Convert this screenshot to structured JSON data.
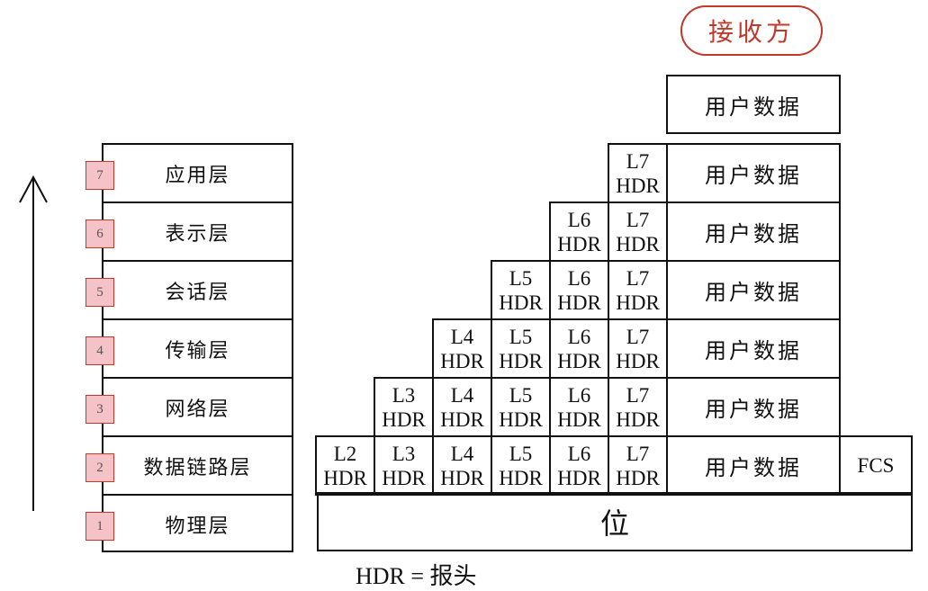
{
  "receiver_label": "接收方",
  "top_user_data": "用户数据",
  "layers": [
    {
      "num": "7",
      "name": "应用层"
    },
    {
      "num": "6",
      "name": "表示层"
    },
    {
      "num": "5",
      "name": "会话层"
    },
    {
      "num": "4",
      "name": "传输层"
    },
    {
      "num": "3",
      "name": "网络层"
    },
    {
      "num": "2",
      "name": "数据链路层"
    },
    {
      "num": "1",
      "name": "物理层"
    }
  ],
  "rows": [
    {
      "headers": [
        "L7"
      ],
      "data": "用户数据"
    },
    {
      "headers": [
        "L6",
        "L7"
      ],
      "data": "用户数据"
    },
    {
      "headers": [
        "L5",
        "L6",
        "L7"
      ],
      "data": "用户数据"
    },
    {
      "headers": [
        "L4",
        "L5",
        "L6",
        "L7"
      ],
      "data": "用户数据"
    },
    {
      "headers": [
        "L3",
        "L4",
        "L5",
        "L6",
        "L7"
      ],
      "data": "用户数据"
    },
    {
      "headers": [
        "L2",
        "L3",
        "L4",
        "L5",
        "L6",
        "L7"
      ],
      "data": "用户数据",
      "trailer": "FCS"
    }
  ],
  "hdr_text": "HDR",
  "bit_label": "位",
  "legend": "HDR = 报头"
}
